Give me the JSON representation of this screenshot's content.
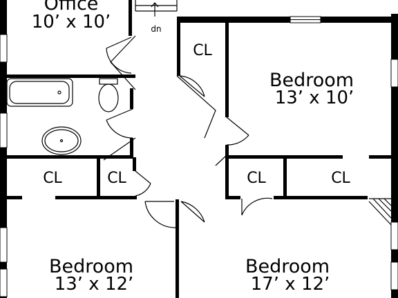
{
  "rooms": {
    "office": {
      "name": "Office",
      "size": "10’ x 10’"
    },
    "bedroom_ne": {
      "name": "Bedroom",
      "size": "13’ x 10’"
    },
    "bedroom_sw": {
      "name": "Bedroom",
      "size": "13’ x 12’"
    },
    "bedroom_se": {
      "name": "Bedroom",
      "size": "17’ x 12’"
    }
  },
  "closets": {
    "ne": "CL",
    "west": "CL",
    "hall": "CL",
    "se_small": "CL",
    "se_large": "CL"
  },
  "stairs": {
    "label": "dn"
  },
  "colors": {
    "wall": "#000000",
    "background": "#ffffff"
  }
}
